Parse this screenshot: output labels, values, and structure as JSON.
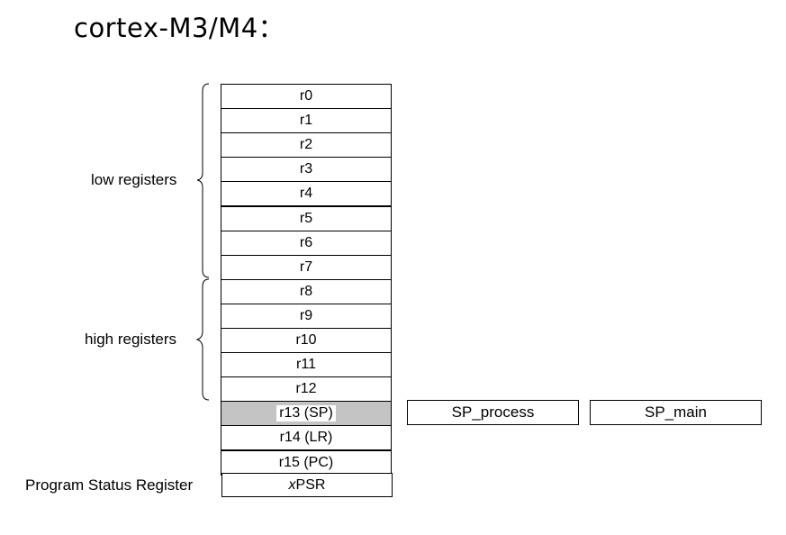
{
  "title": "cortex-M3/M4：",
  "registers": [
    "r0",
    "r1",
    "r2",
    "r3",
    "r4",
    "r5",
    "r6",
    "r7",
    "r8",
    "r9",
    "r10",
    "r11",
    "r12",
    "r13 (SP)",
    "r14 (LR)",
    "r15 (PC)"
  ],
  "xpsr": {
    "prefix": "x",
    "rest": "PSR"
  },
  "banked_sp": [
    "SP_process",
    "SP_main"
  ],
  "labels": {
    "low": "low registers",
    "high": "high registers",
    "psr": "Program Status Register"
  },
  "colors": {
    "sp_fill": "#c4c4c4"
  }
}
